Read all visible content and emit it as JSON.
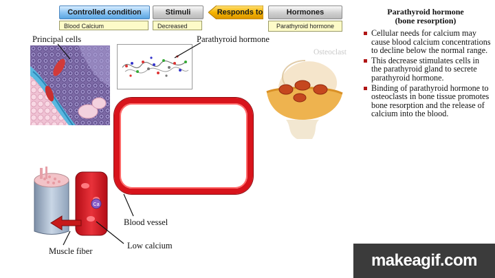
{
  "header": {
    "controlled_condition": "Controlled condition",
    "stimuli": "Stimuli",
    "responds_to": "Responds to",
    "hormones": "Hormones",
    "condition_value": "Blood Calcium",
    "stimuli_value": "Decreased",
    "hormones_value": "Parathyroid hormone"
  },
  "labels": {
    "principal_cells": "Principal cells",
    "parathyroid_hormone": "Parathyroid hormone",
    "osteoclast": "Osteoclast",
    "blood_vessel": "Blood vessel",
    "low_calcium": "Low calcium",
    "muscle_fiber": "Muscle fiber",
    "ca_ion": "Ca"
  },
  "panel": {
    "title_line1": "Parathyroid hormone",
    "title_line2": "(bone resorption)",
    "bullets": [
      "Cellular needs for calcium may cause blood calcium concentrations to decline below the normal range.",
      "This decrease stimulates cells in the parathyroid gland to secrete parathyroid hormone.",
      "Binding of parathyroid hormone to osteoclasts in bone tissue promotes bone resorption and the release of calcium into the blood."
    ]
  },
  "watermark": {
    "text": "makeagif.com"
  },
  "colors": {
    "vessel_red": "#d8141c",
    "header_blue": "#8fc6f3",
    "value_yellow": "#fdfbc8",
    "arrow_orange": "#f6b400"
  }
}
